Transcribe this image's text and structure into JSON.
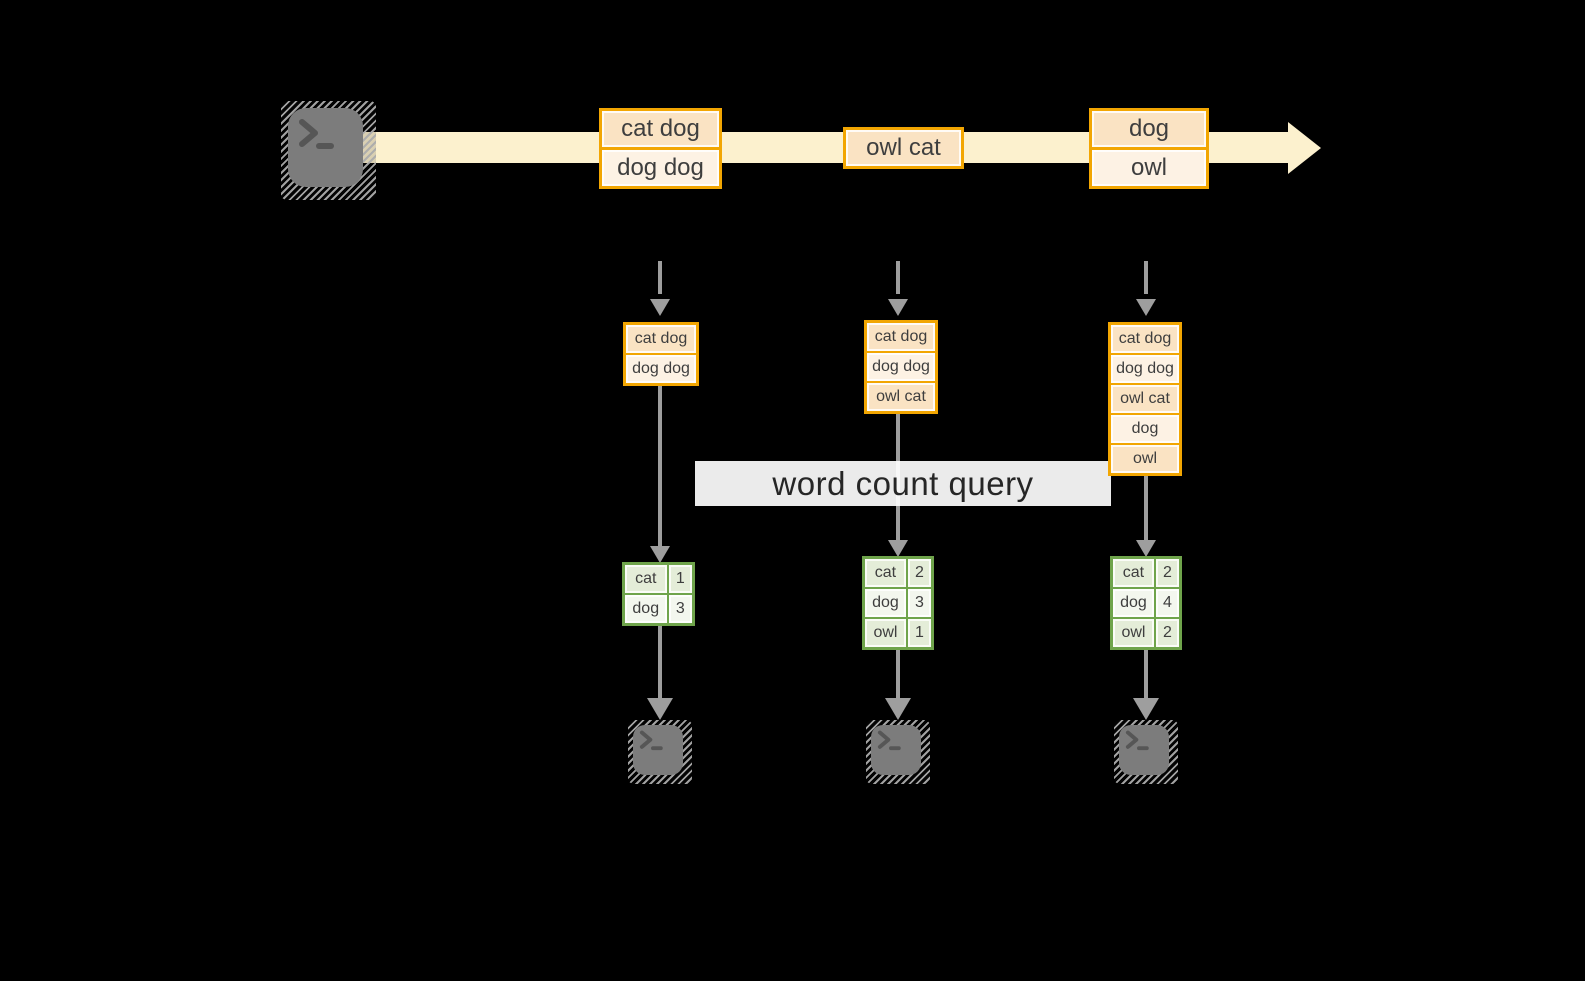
{
  "label": {
    "text": "word count query"
  },
  "stream": {
    "batches": [
      {
        "lines": [
          "cat dog",
          "dog dog"
        ]
      },
      {
        "lines": [
          "owl cat"
        ]
      },
      {
        "lines": [
          "dog",
          "owl"
        ]
      }
    ]
  },
  "states": [
    {
      "lines": [
        "cat dog",
        "dog dog"
      ]
    },
    {
      "lines": [
        "cat dog",
        "dog dog",
        "owl cat"
      ]
    },
    {
      "lines": [
        "cat dog",
        "dog dog",
        "owl cat",
        "dog",
        "owl"
      ]
    }
  ],
  "counts": [
    {
      "rows": [
        [
          "cat",
          "1"
        ],
        [
          "dog",
          "3"
        ]
      ]
    },
    {
      "rows": [
        [
          "cat",
          "2"
        ],
        [
          "dog",
          "3"
        ],
        [
          "owl",
          "1"
        ]
      ]
    },
    {
      "rows": [
        [
          "cat",
          "2"
        ],
        [
          "dog",
          "4"
        ],
        [
          "owl",
          "2"
        ]
      ]
    }
  ],
  "icons": {
    "source": "terminal-icon",
    "sinks": [
      "terminal-icon",
      "terminal-icon",
      "terminal-icon"
    ],
    "stream_arrow": "right-arrow-icon",
    "flow_arrows": "down-arrow-icon"
  },
  "colors": {
    "background": "#000000",
    "band": "#FCF1CE",
    "amber": "#F2A602",
    "peach": "#FAE3C3",
    "peach-light": "#FDF2E4",
    "green": "#6FA44B",
    "green-fill": "#E4EDD8",
    "green-light": "#F3F7EE",
    "arrow": "#9E9E9E",
    "terminal": "#7C7C7C",
    "terminal-glyph": "#565656",
    "text-dark": "#3E3E3E",
    "label-text": "#262626"
  }
}
